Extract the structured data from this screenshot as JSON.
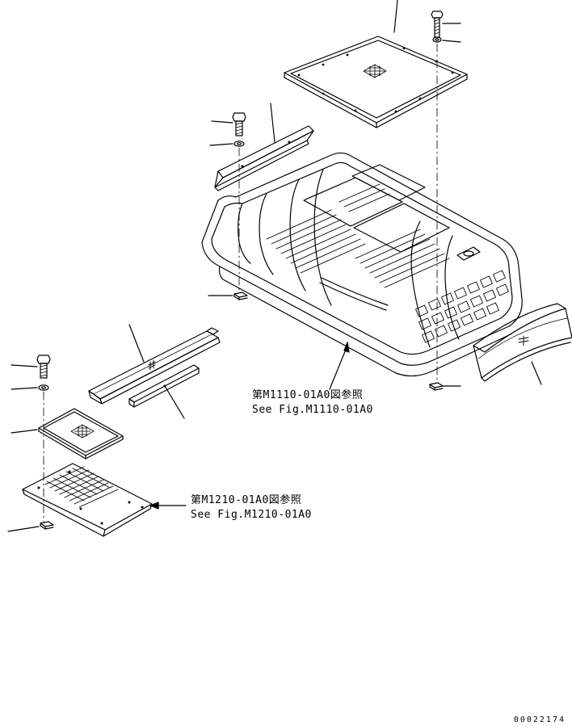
{
  "references": {
    "main_cover": {
      "japanese": "第M1110-01A0図参照",
      "english": "See Fig.M1110-01A0"
    },
    "lower_panel": {
      "japanese": "第M1210-01A0図参照",
      "english": "See Fig.M1210-01A0"
    }
  },
  "drawing_number": "00022174"
}
